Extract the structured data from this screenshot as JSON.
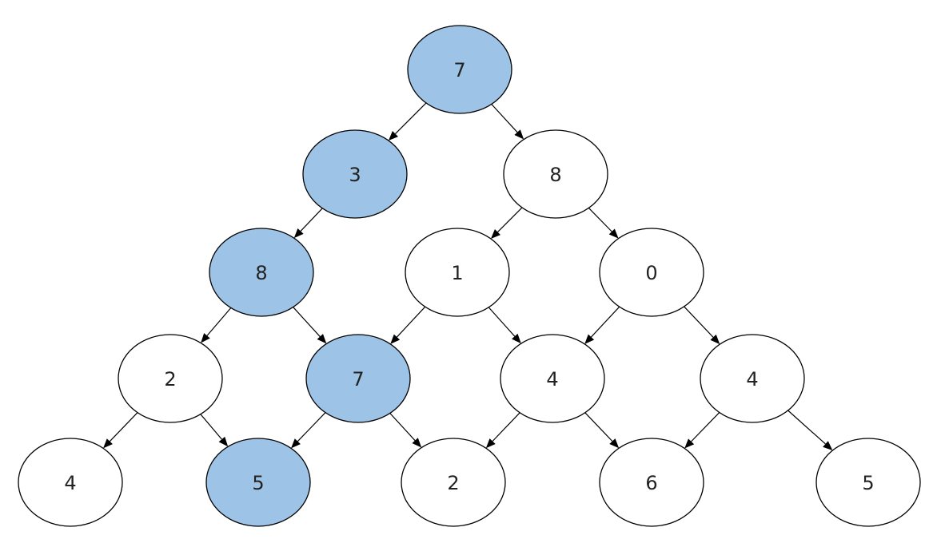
{
  "colors": {
    "highlight": "#9dc3e6",
    "default": "#ffffff",
    "stroke": "#000000"
  },
  "nodes": [
    {
      "id": "r0c0",
      "label": "7",
      "highlighted": true
    },
    {
      "id": "r1c0",
      "label": "3",
      "highlighted": true
    },
    {
      "id": "r1c1",
      "label": "8",
      "highlighted": false
    },
    {
      "id": "r2c0",
      "label": "8",
      "highlighted": true
    },
    {
      "id": "r2c1",
      "label": "1",
      "highlighted": false
    },
    {
      "id": "r2c2",
      "label": "0",
      "highlighted": false
    },
    {
      "id": "r3c0",
      "label": "2",
      "highlighted": false
    },
    {
      "id": "r3c1",
      "label": "7",
      "highlighted": true
    },
    {
      "id": "r3c2",
      "label": "4",
      "highlighted": false
    },
    {
      "id": "r3c3",
      "label": "4",
      "highlighted": false
    },
    {
      "id": "r4c0",
      "label": "4",
      "highlighted": false
    },
    {
      "id": "r4c1",
      "label": "5",
      "highlighted": true
    },
    {
      "id": "r4c2",
      "label": "2",
      "highlighted": false
    },
    {
      "id": "r4c3",
      "label": "6",
      "highlighted": false
    },
    {
      "id": "r4c4",
      "label": "5",
      "highlighted": false
    }
  ],
  "edges": [
    {
      "from": "r0c0",
      "to": "r1c0"
    },
    {
      "from": "r0c0",
      "to": "r1c1"
    },
    {
      "from": "r1c0",
      "to": "r2c0"
    },
    {
      "from": "r1c1",
      "to": "r2c1"
    },
    {
      "from": "r1c1",
      "to": "r2c2"
    },
    {
      "from": "r2c0",
      "to": "r3c0"
    },
    {
      "from": "r2c0",
      "to": "r3c1"
    },
    {
      "from": "r2c1",
      "to": "r3c1"
    },
    {
      "from": "r2c1",
      "to": "r3c2"
    },
    {
      "from": "r2c2",
      "to": "r3c2"
    },
    {
      "from": "r2c2",
      "to": "r3c3"
    },
    {
      "from": "r3c0",
      "to": "r4c0"
    },
    {
      "from": "r3c0",
      "to": "r4c1"
    },
    {
      "from": "r3c1",
      "to": "r4c1"
    },
    {
      "from": "r3c1",
      "to": "r4c2"
    },
    {
      "from": "r3c2",
      "to": "r4c2"
    },
    {
      "from": "r3c2",
      "to": "r4c3"
    },
    {
      "from": "r3c3",
      "to": "r4c3"
    },
    {
      "from": "r3c3",
      "to": "r4c4"
    }
  ]
}
